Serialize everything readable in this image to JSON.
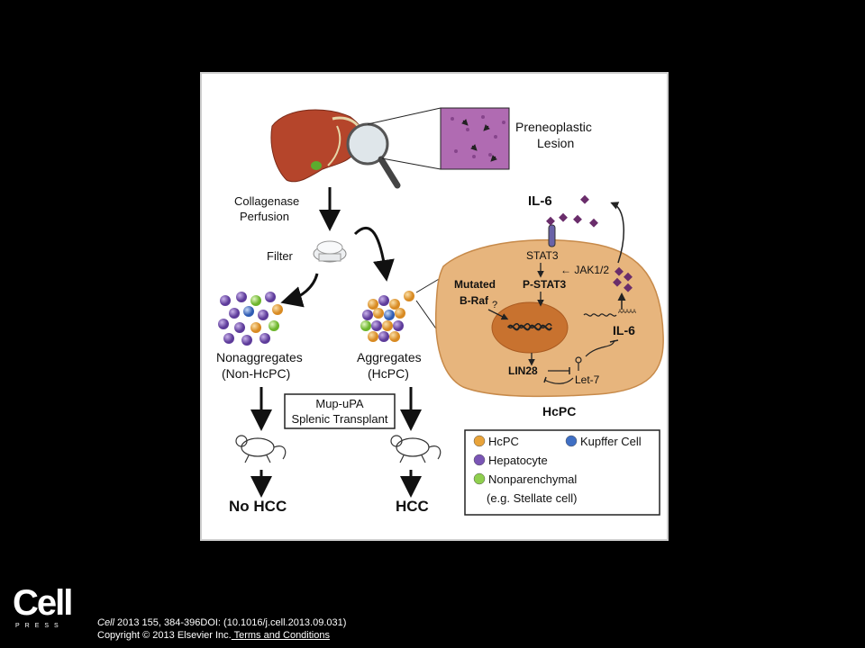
{
  "figure": {
    "zoom_label": [
      "Preneoplastic",
      "Lesion"
    ],
    "step1": [
      "Collagenase",
      "Perfusion"
    ],
    "filter": "Filter",
    "nonagg": [
      "Nonaggregates",
      "(Non-HcPC)"
    ],
    "agg": [
      "Aggregates",
      "(HcPC)"
    ],
    "transplant": [
      "Mup-uPA",
      "Splenic Transplant"
    ],
    "outcome_left": "No HCC",
    "outcome_right": "HCC",
    "cell": {
      "il6_top": "IL-6",
      "stat3": "STAT3",
      "jak": "← JAK1/2",
      "pstat3": "P-STAT3",
      "mutated": "Mutated",
      "braf": "B-Raf",
      "question": "?",
      "il6_mrna": "IL-6",
      "polya": "AAAAA",
      "lin28": "LIN28",
      "let7": "Let-7",
      "hcpc_title": "HcPC"
    },
    "legend": {
      "items": [
        {
          "label": "HcPC",
          "color": "#e8a33a"
        },
        {
          "label": "Kupffer Cell",
          "color": "#3f6fc4"
        },
        {
          "label": "Hepatocyte",
          "color": "#7a55b5"
        },
        {
          "label": "Nonparenchymal",
          "color": "#8fcf4e"
        }
      ],
      "sub": "(e.g. Stellate cell)"
    }
  },
  "footer": {
    "logo_main": "Cell",
    "logo_sub": "PRESS",
    "journal": "Cell",
    "citation_rest": " 2013 155, 384-396DOI: (10.1016/j.cell.2013.09.031)",
    "copyright": "Copyright © 2013 Elsevier Inc.",
    "terms_link": " Terms and Conditions"
  },
  "colors": {
    "liver": "#b5452b",
    "cell_body": "#e7b57d",
    "nucleus": "#c8722f",
    "il6_purple": "#6a2d6b"
  }
}
